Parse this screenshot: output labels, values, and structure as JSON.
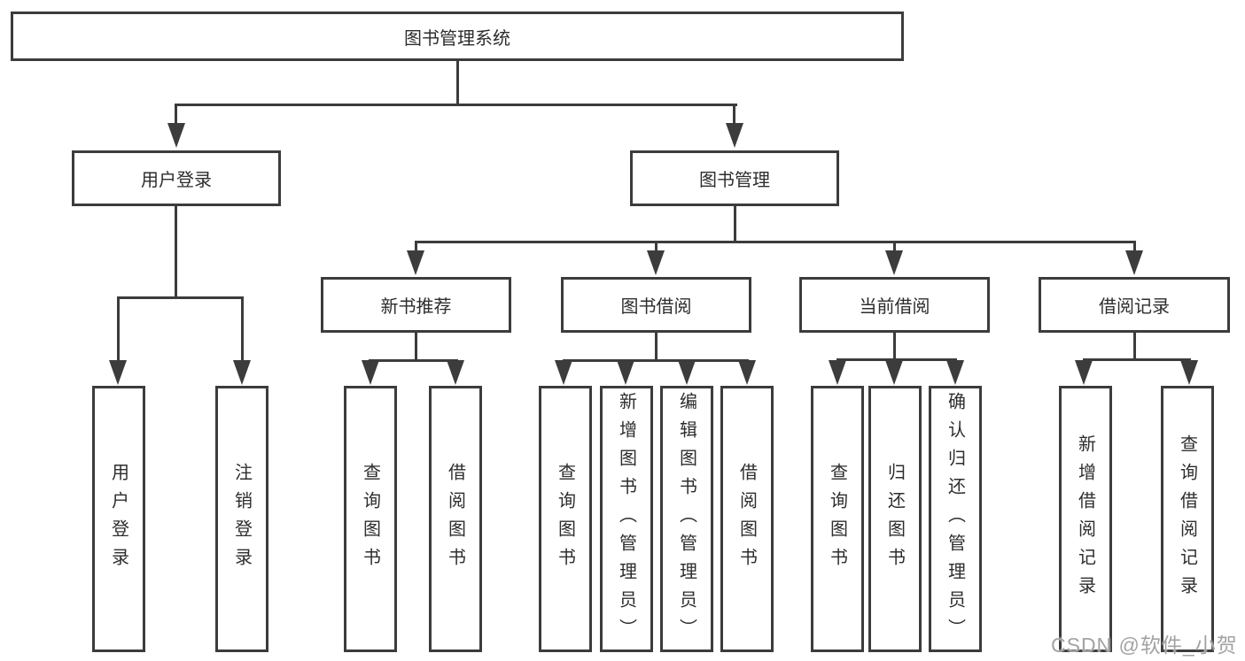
{
  "diagram": {
    "root": "图书管理系统",
    "l2": [
      "用户登录",
      "图书管理"
    ],
    "l3": [
      "新书推荐",
      "图书借阅",
      "当前借阅",
      "借阅记录"
    ],
    "l4_user": [
      "用户登录",
      "注销登录"
    ],
    "l4_newbook": [
      "查询图书",
      "借阅图书"
    ],
    "l4_borrow": [
      "查询图书",
      "新增图书（管理员）",
      "编辑图书（管理员）",
      "借阅图书"
    ],
    "l4_current": [
      "查询图书",
      "归还图书",
      "确认归还（管理员）"
    ],
    "l4_records": [
      "新增借阅记录",
      "查询借阅记录"
    ],
    "colors": {
      "line": "#3c3c3c",
      "text": "#2d2d2d",
      "background": "#ffffff",
      "watermark": "#a3a3a3"
    }
  },
  "watermark": "CSDN @软件_小贺同学"
}
